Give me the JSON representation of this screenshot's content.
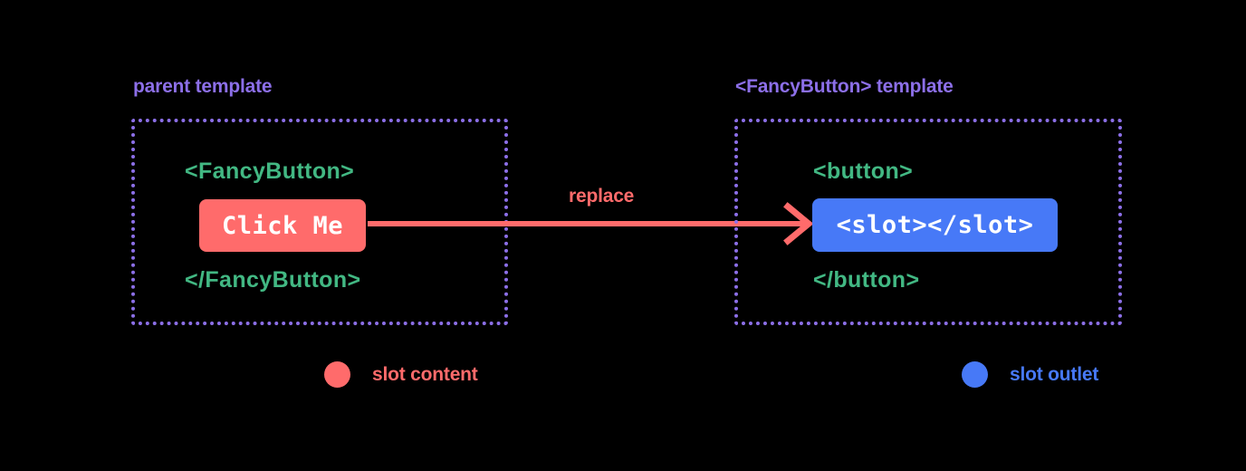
{
  "diagram": {
    "title": "Vue slot content replacement diagram",
    "background_color": "#000000",
    "colors": {
      "purple": "#8c6fe8",
      "green": "#42b883",
      "pink": "#ff6b6b",
      "blue": "#4779f7",
      "white": "#ffffff"
    }
  },
  "parent_panel": {
    "caption": "parent template",
    "open_tag": "<FancyButton>",
    "close_tag": "</FancyButton>",
    "slot_content_label": "Click Me"
  },
  "component_panel": {
    "caption": "<FancyButton> template",
    "open_tag": "<button>",
    "close_tag": "</button>",
    "slot_outlet_label": "<slot></slot>"
  },
  "arrow": {
    "label": "replace",
    "color": "#ff6b6b",
    "direction": "left-to-right"
  },
  "legend": [
    {
      "label": "slot content",
      "color": "#ff6b6b",
      "dot": "filled-circle"
    },
    {
      "label": "slot outlet",
      "color": "#4779f7",
      "dot": "filled-circle"
    }
  ]
}
